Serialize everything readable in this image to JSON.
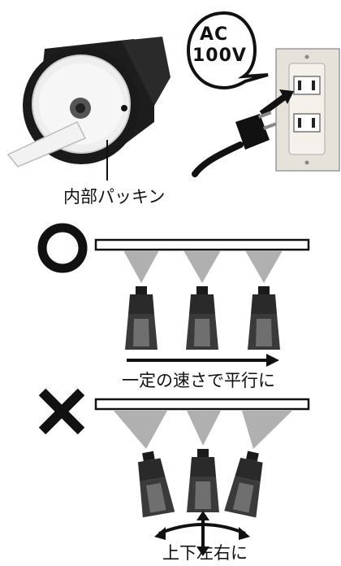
{
  "labels": {
    "ac_line1": "AC",
    "ac_line2": "100V",
    "packing": "内部パッキン",
    "good_motion": "一定の速さで平行に",
    "bad_motion": "上下左右に"
  },
  "symbols": {
    "good": "circle-mark-icon",
    "bad": "cross-mark-icon"
  },
  "colors": {
    "ink": "#111111",
    "spray": "#b0b0b0",
    "tool_body": "#3a3a3a",
    "tool_grip": "#6f6f6f",
    "wall_plate": "#e6e2da"
  }
}
